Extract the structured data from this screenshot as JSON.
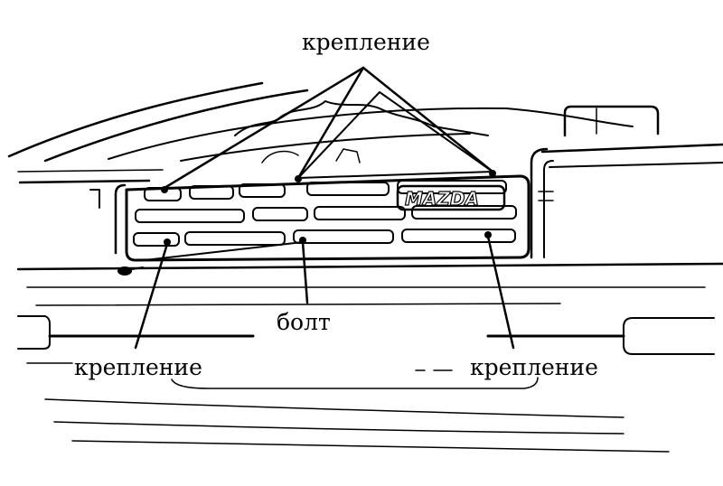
{
  "labels": {
    "top": "крепление",
    "bolt": "болт",
    "bottom_left": "крепление",
    "bottom_right": "крепление"
  },
  "badge": "MAZDA",
  "colors": {
    "ink": "#000000",
    "paper": "#ffffff"
  }
}
